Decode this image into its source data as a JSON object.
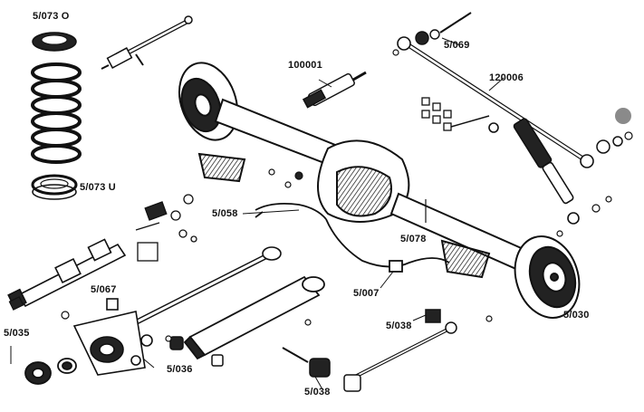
{
  "labels": {
    "spring_top_seat": "5/073 O",
    "spring_bottom_seat": "5/073 U",
    "bracket_top_right": "5/069",
    "shock_absorber": "100001",
    "panhard_rod": "120006",
    "brake_line": "5/058",
    "brake_hose": "5/078",
    "clamp_lower": "5/007",
    "drum": "5/030",
    "propshaft_flange": "5/067",
    "coupling_left": "5/035",
    "center_bearing": "5/036",
    "bushing_mid": "5/038",
    "bushing_bottom": "5/038"
  },
  "colors": {
    "ink": "#111111",
    "paper": "#ffffff",
    "marker": "#8a8a8a"
  }
}
